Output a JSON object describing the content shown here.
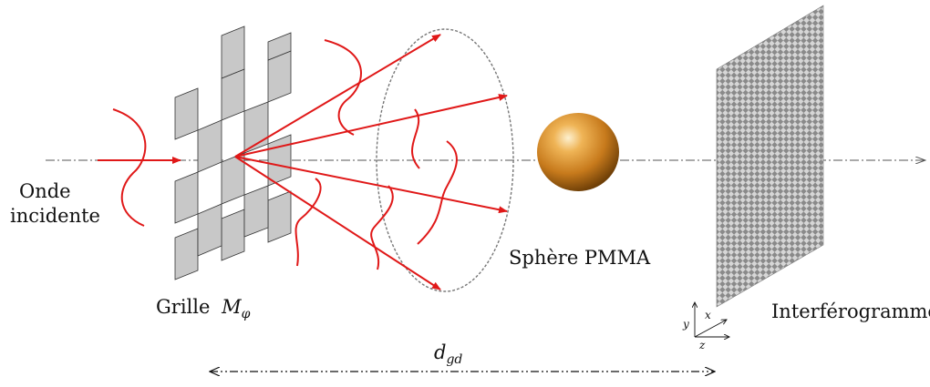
{
  "labels": {
    "incident_line1": "Onde",
    "incident_line2": "incidente",
    "grid": "Grille",
    "grid_symbol": "M",
    "grid_symbol_sub": "φ",
    "sphere": "Sphère PMMA",
    "interferogram": "Interférogramme",
    "distance_symbol": "d",
    "distance_sub": "gd"
  },
  "axes": {
    "x": "x",
    "y": "y",
    "z": "z"
  },
  "colors": {
    "beam": "#e01818",
    "grid_fill": "#c8c8c8",
    "grid_stroke": "#333333",
    "axis_line": "#555555",
    "sphere_light": "#f8d9a0",
    "sphere_mid": "#d9902e",
    "sphere_dark": "#7a4a0c"
  }
}
